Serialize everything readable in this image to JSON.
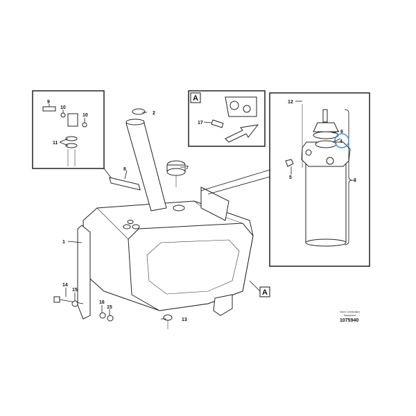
{
  "diagram": {
    "labels": [
      "1",
      "2",
      "3",
      "4",
      "5",
      "6",
      "7",
      "8",
      "9",
      "10",
      "10",
      "11",
      "12",
      "13",
      "14",
      "15",
      "16",
      "15",
      "17"
    ],
    "view_marker": "A",
    "detail_marker": "A",
    "highlight_color": "#4a90d9",
    "highlighted_part": "4"
  },
  "footer": {
    "company_line1": "Volvo Construction",
    "company_line2": "Equipment",
    "doc_number": "1075940"
  }
}
